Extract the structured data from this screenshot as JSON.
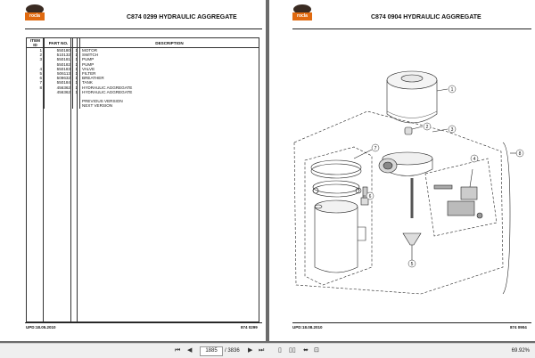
{
  "left_page": {
    "logo_text": "rocla",
    "title": "C874 0299  HYDRAULIC AGGREGATE",
    "table": {
      "headers": [
        "ITEM ID",
        "PART NO.",
        "",
        "DESCRIPTION"
      ],
      "rows": [
        {
          "item": "1",
          "part": "550180",
          "qty": "1",
          "desc": "MOTOR"
        },
        {
          "item": "2",
          "part": "510132",
          "qty": "1",
          "desc": "SWITCH"
        },
        {
          "item": "3",
          "part": "550181",
          "qty": "1",
          "desc": "PUMP"
        },
        {
          "item": "",
          "part": "550182",
          "qty": "1",
          "desc": "PUMP"
        },
        {
          "item": "4",
          "part": "550183",
          "qty": "1",
          "desc": "VALVE"
        },
        {
          "item": "5",
          "part": "506113",
          "qty": "1",
          "desc": "FILTER"
        },
        {
          "item": "6",
          "part": "509632",
          "qty": "1",
          "desc": "BREATHER"
        },
        {
          "item": "7",
          "part": "550184",
          "qty": "1",
          "desc": "TANK"
        },
        {
          "item": "8",
          "part": "456362",
          "qty": "1",
          "desc": "HYDRAULIC AGGREGATE"
        },
        {
          "item": "",
          "part": "456362",
          "qty": "1",
          "desc": "HYDRAULIC AGGREGATE"
        },
        {
          "item": "",
          "part": "",
          "qty": "",
          "desc": ""
        },
        {
          "item": "",
          "part": "",
          "qty": "",
          "desc": "PREVIOUS VERSION"
        },
        {
          "item": "",
          "part": "",
          "qty": "",
          "desc": "NEXT VERSION"
        }
      ]
    },
    "footer_left": "UPD:18.05.2010",
    "footer_right": "874 0299"
  },
  "right_page": {
    "logo_text": "rocla",
    "title": "C874 0904  HYDRAULIC AGGREGATE",
    "callouts": [
      "1",
      "2",
      "3",
      "4",
      "5",
      "6",
      "7",
      "8"
    ],
    "footer_left": "UPD:18.08.2010",
    "footer_right": "874 0904"
  },
  "toolbar": {
    "current_page": "1885",
    "page_total": "/ 3836",
    "zoom": "69.92%"
  },
  "colors": {
    "brand_orange": "#e06a10",
    "viewer_bg": "#6b6b6b"
  }
}
